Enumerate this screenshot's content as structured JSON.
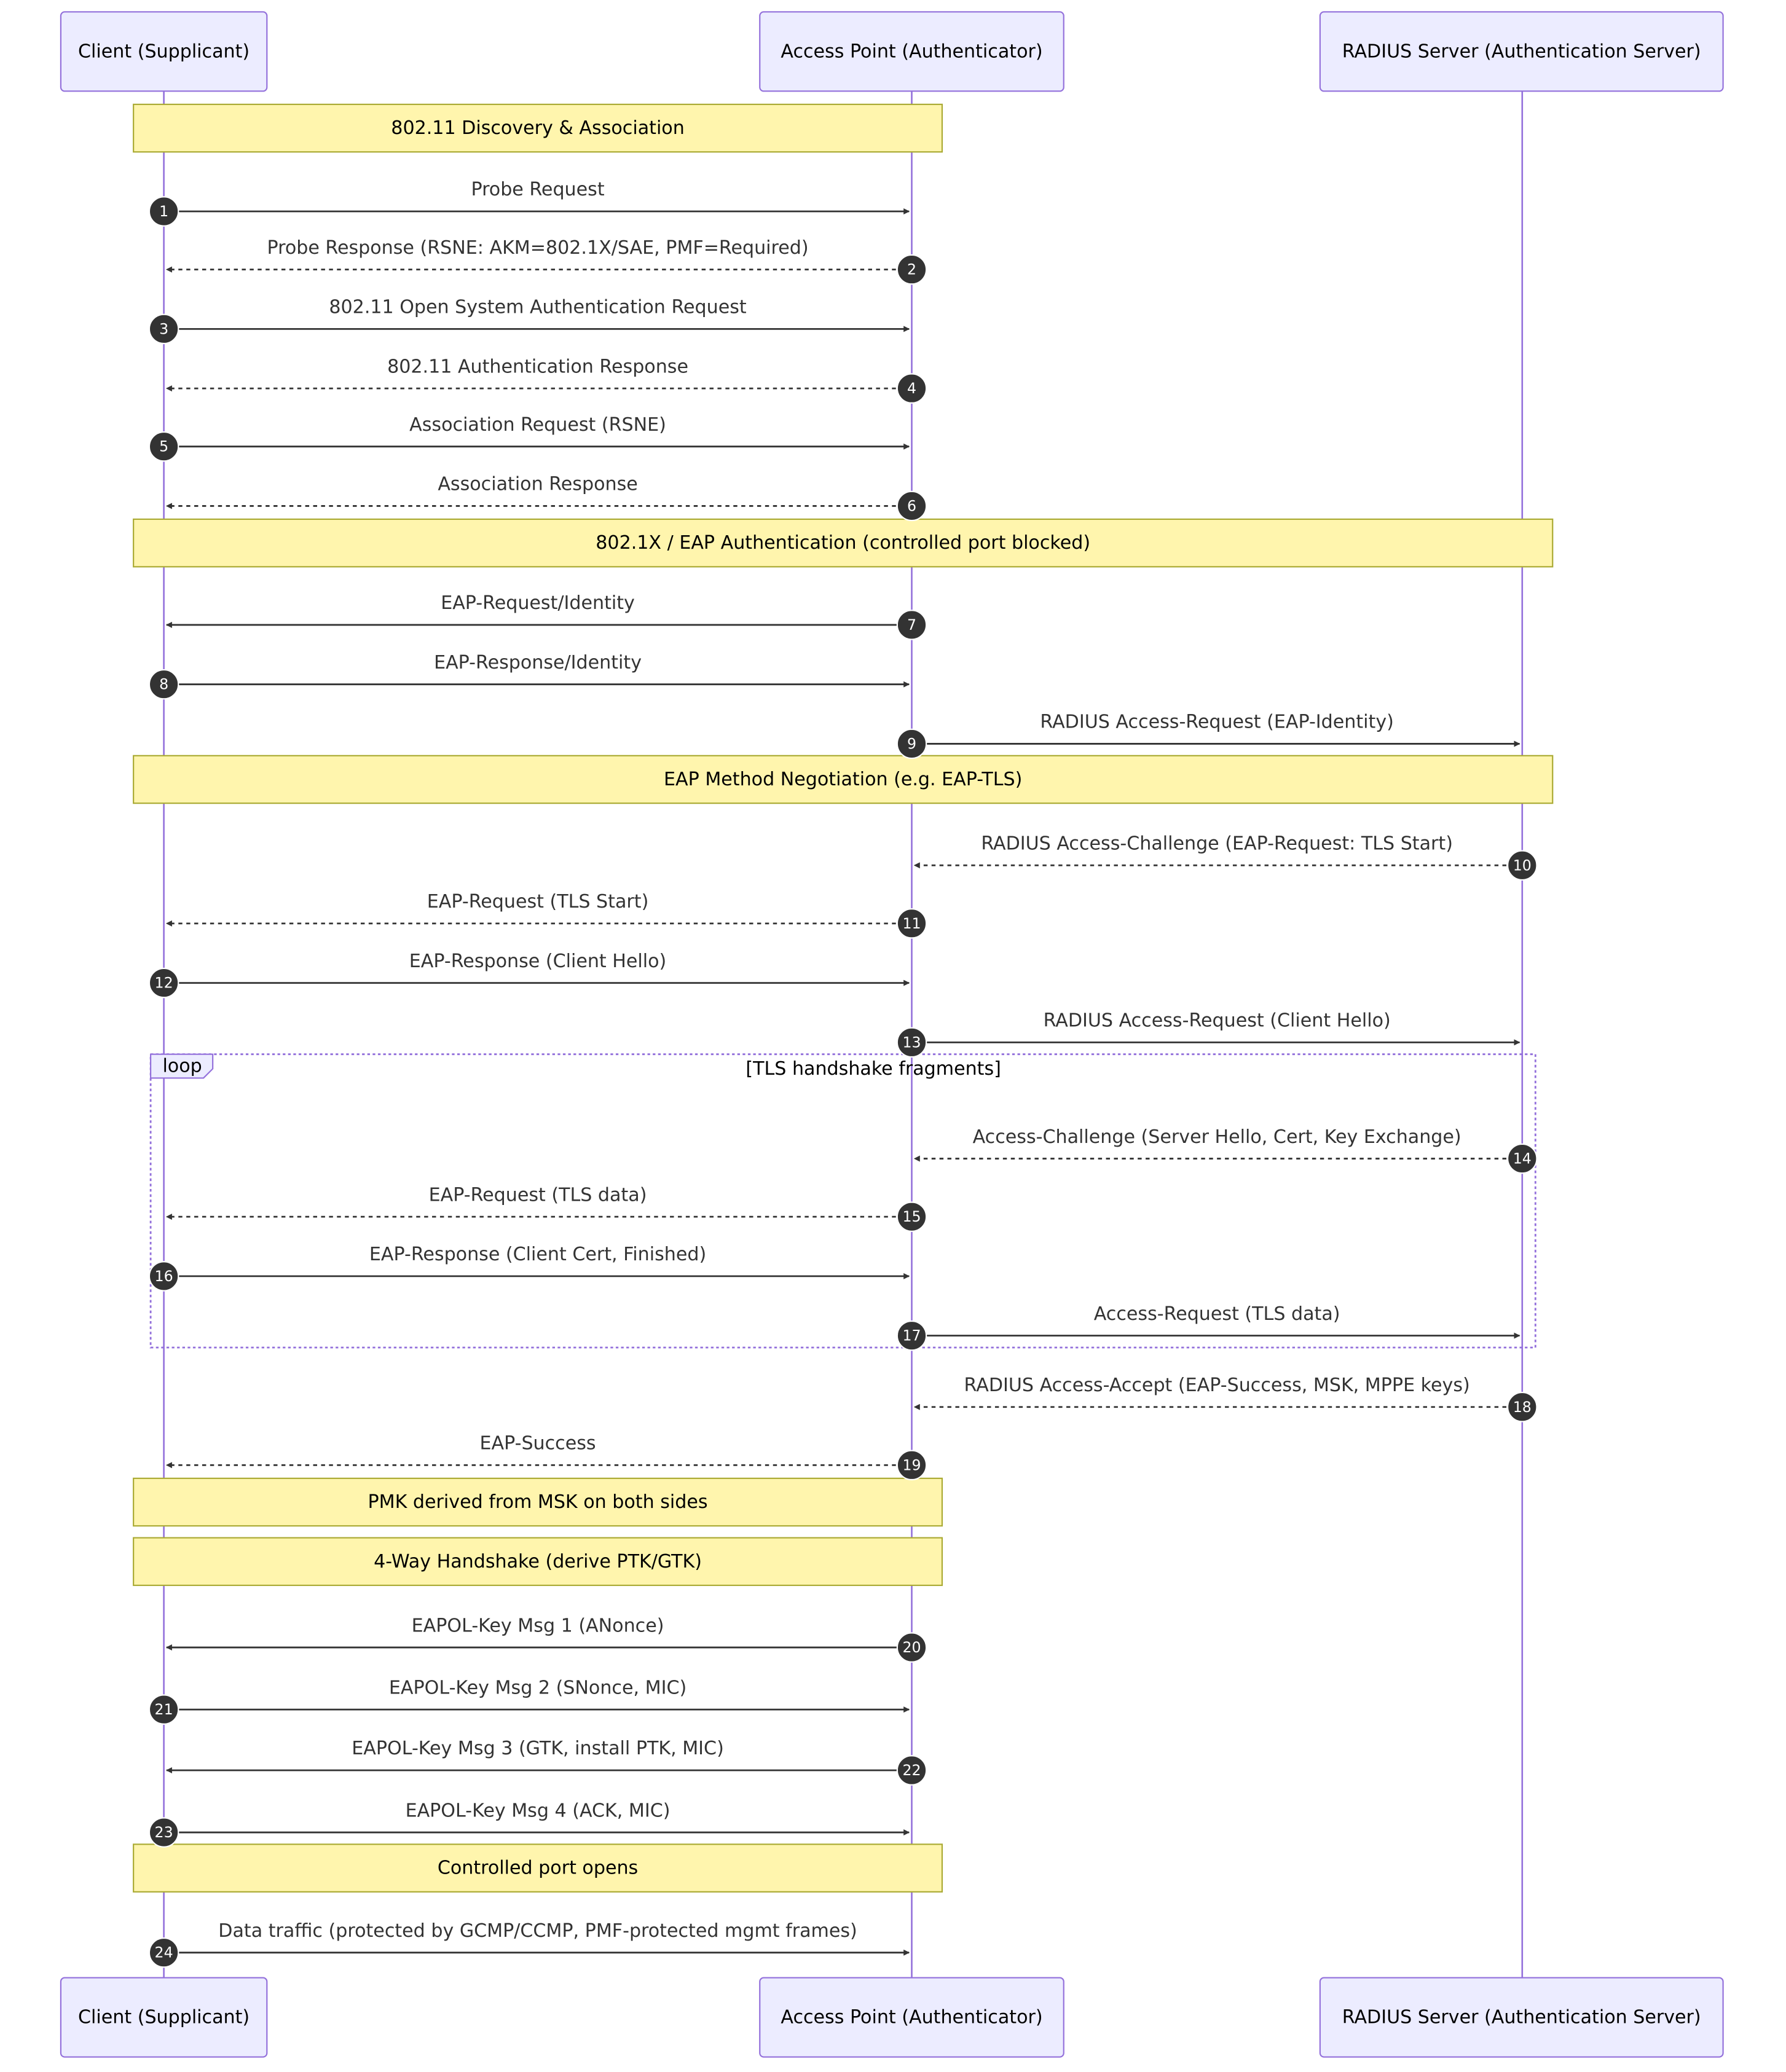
{
  "colors": {
    "lifeline": "#9370DB",
    "actor_fill": "#ECECFF",
    "actor_stroke": "#9370DB",
    "note_fill": "#FFF5AD",
    "note_stroke": "#AAAA33",
    "arrow": "#333333",
    "badge_fill": "#333333",
    "badge_text": "#FFFFFF",
    "text": "#333333",
    "loop_border": "#9370DB"
  },
  "participants": [
    {
      "id": "client",
      "label": "Client (Supplicant)"
    },
    {
      "id": "ap",
      "label": "Access Point (Authenticator)"
    },
    {
      "id": "radius",
      "label": "RADIUS Server (Authentication Server)"
    }
  ],
  "events": [
    {
      "kind": "note",
      "text": "802.11 Discovery & Association",
      "from": "client",
      "to": "ap"
    },
    {
      "kind": "message",
      "num": "1",
      "from": "client",
      "to": "ap",
      "style": "solid",
      "text": "Probe Request"
    },
    {
      "kind": "message",
      "num": "2",
      "from": "ap",
      "to": "client",
      "style": "dashed",
      "text": "Probe Response (RSNE: AKM=802.1X/SAE, PMF=Required)"
    },
    {
      "kind": "message",
      "num": "3",
      "from": "client",
      "to": "ap",
      "style": "solid",
      "text": "802.11 Open System Authentication Request"
    },
    {
      "kind": "message",
      "num": "4",
      "from": "ap",
      "to": "client",
      "style": "dashed",
      "text": "802.11 Authentication Response"
    },
    {
      "kind": "message",
      "num": "5",
      "from": "client",
      "to": "ap",
      "style": "solid",
      "text": "Association Request (RSNE)"
    },
    {
      "kind": "message",
      "num": "6",
      "from": "ap",
      "to": "client",
      "style": "dashed",
      "text": "Association Response"
    },
    {
      "kind": "note",
      "text": "802.1X / EAP Authentication (controlled port blocked)",
      "from": "client",
      "to": "radius"
    },
    {
      "kind": "message",
      "num": "7",
      "from": "ap",
      "to": "client",
      "style": "solid",
      "text": "EAP-Request/Identity"
    },
    {
      "kind": "message",
      "num": "8",
      "from": "client",
      "to": "ap",
      "style": "solid",
      "text": "EAP-Response/Identity"
    },
    {
      "kind": "message",
      "num": "9",
      "from": "ap",
      "to": "radius",
      "style": "solid",
      "text": "RADIUS Access-Request (EAP-Identity)"
    },
    {
      "kind": "note",
      "text": "EAP Method Negotiation (e.g. EAP-TLS)",
      "from": "client",
      "to": "radius"
    },
    {
      "kind": "message",
      "num": "10",
      "from": "radius",
      "to": "ap",
      "style": "dashed",
      "text": "RADIUS Access-Challenge (EAP-Request: TLS Start)"
    },
    {
      "kind": "message",
      "num": "11",
      "from": "ap",
      "to": "client",
      "style": "dashed",
      "text": "EAP-Request (TLS Start)"
    },
    {
      "kind": "message",
      "num": "12",
      "from": "client",
      "to": "ap",
      "style": "solid",
      "text": "EAP-Response (Client Hello)"
    },
    {
      "kind": "message",
      "num": "13",
      "from": "ap",
      "to": "radius",
      "style": "solid",
      "text": "RADIUS Access-Request (Client Hello)"
    },
    {
      "kind": "loop_start",
      "label": "loop",
      "title": "[TLS handshake fragments]"
    },
    {
      "kind": "message",
      "num": "14",
      "from": "radius",
      "to": "ap",
      "style": "dashed",
      "text": "Access-Challenge (Server Hello, Cert, Key Exchange)"
    },
    {
      "kind": "message",
      "num": "15",
      "from": "ap",
      "to": "client",
      "style": "dashed",
      "text": "EAP-Request (TLS data)"
    },
    {
      "kind": "message",
      "num": "16",
      "from": "client",
      "to": "ap",
      "style": "solid",
      "text": "EAP-Response (Client Cert, Finished)"
    },
    {
      "kind": "message",
      "num": "17",
      "from": "ap",
      "to": "radius",
      "style": "solid",
      "text": "Access-Request (TLS data)"
    },
    {
      "kind": "loop_end"
    },
    {
      "kind": "message",
      "num": "18",
      "from": "radius",
      "to": "ap",
      "style": "dashed",
      "text": "RADIUS Access-Accept (EAP-Success, MSK, MPPE keys)"
    },
    {
      "kind": "message",
      "num": "19",
      "from": "ap",
      "to": "client",
      "style": "dashed",
      "text": "EAP-Success"
    },
    {
      "kind": "note",
      "text": "PMK derived from MSK on both sides",
      "from": "client",
      "to": "ap"
    },
    {
      "kind": "note",
      "text": "4-Way Handshake (derive PTK/GTK)",
      "from": "client",
      "to": "ap"
    },
    {
      "kind": "message",
      "num": "20",
      "from": "ap",
      "to": "client",
      "style": "solid",
      "text": "EAPOL-Key Msg 1 (ANonce)"
    },
    {
      "kind": "message",
      "num": "21",
      "from": "client",
      "to": "ap",
      "style": "solid",
      "text": "EAPOL-Key Msg 2 (SNonce, MIC)"
    },
    {
      "kind": "message",
      "num": "22",
      "from": "ap",
      "to": "client",
      "style": "solid",
      "text": "EAPOL-Key Msg 3 (GTK, install PTK, MIC)"
    },
    {
      "kind": "message",
      "num": "23",
      "from": "client",
      "to": "ap",
      "style": "solid",
      "text": "EAPOL-Key Msg 4 (ACK, MIC)"
    },
    {
      "kind": "note",
      "text": "Controlled port opens",
      "from": "client",
      "to": "ap"
    },
    {
      "kind": "message",
      "num": "24",
      "from": "client",
      "to": "ap",
      "style": "solid",
      "text": "Data traffic (protected by GCMP/CCMP, PMF-protected mgmt frames)"
    }
  ]
}
